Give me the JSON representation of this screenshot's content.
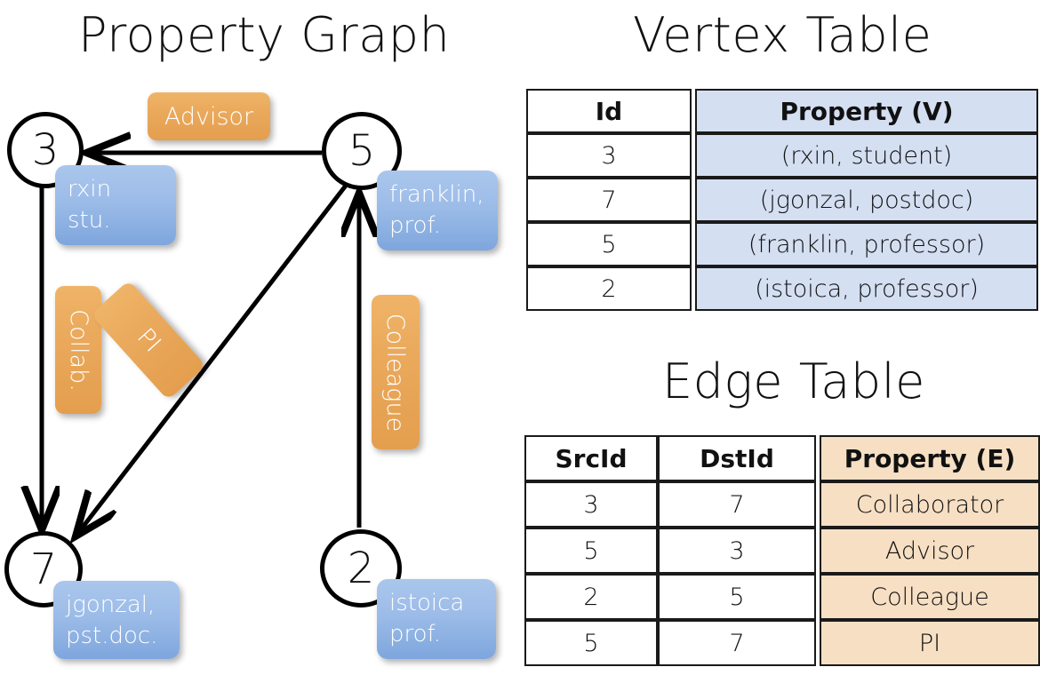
{
  "titles": {
    "property_graph": "Property Graph",
    "vertex_table": "Vertex Table",
    "edge_table": "Edge Table"
  },
  "graph": {
    "nodes": [
      {
        "id": "3",
        "label": "3",
        "property_line1": "rxin",
        "property_line2": "stu."
      },
      {
        "id": "5",
        "label": "5",
        "property_line1": "franklin,",
        "property_line2": "prof."
      },
      {
        "id": "7",
        "label": "7",
        "property_line1": "jgonzal,",
        "property_line2": "pst.doc."
      },
      {
        "id": "2",
        "label": "2",
        "property_line1": "istoica",
        "property_line2": "prof."
      }
    ],
    "edge_labels": [
      {
        "key": "advisor",
        "text": "Advisor"
      },
      {
        "key": "collab",
        "text": "Collab."
      },
      {
        "key": "pi",
        "text": "PI"
      },
      {
        "key": "colleague",
        "text": "Colleague"
      }
    ],
    "edges": [
      {
        "from": "5",
        "to": "3",
        "label": "Advisor"
      },
      {
        "from": "3",
        "to": "7",
        "label": "Collab."
      },
      {
        "from": "5",
        "to": "7",
        "label": "PI"
      },
      {
        "from": "2",
        "to": "5",
        "label": "Colleague"
      }
    ]
  },
  "vertex_table": {
    "headers": [
      "Id",
      "Property (V)"
    ],
    "rows": [
      {
        "id": "3",
        "property": "(rxin, student)"
      },
      {
        "id": "7",
        "property": "(jgonzal, postdoc)"
      },
      {
        "id": "5",
        "property": "(franklin, professor)"
      },
      {
        "id": "2",
        "property": "(istoica, professor)"
      }
    ]
  },
  "edge_table": {
    "headers": [
      "SrcId",
      "DstId",
      "Property (E)"
    ],
    "rows": [
      {
        "src": "3",
        "dst": "7",
        "property": "Collaborator"
      },
      {
        "src": "5",
        "dst": "3",
        "property": "Advisor"
      },
      {
        "src": "2",
        "dst": "5",
        "property": "Colleague"
      },
      {
        "src": "5",
        "dst": "7",
        "property": "PI"
      }
    ]
  },
  "colors": {
    "vertex_property_fill": "#d4dff2",
    "edge_property_fill": "#f7dfc4",
    "node_box_blue": "#9cbce8",
    "edge_label_orange": "#eaa95c",
    "stroke": "#000000"
  }
}
